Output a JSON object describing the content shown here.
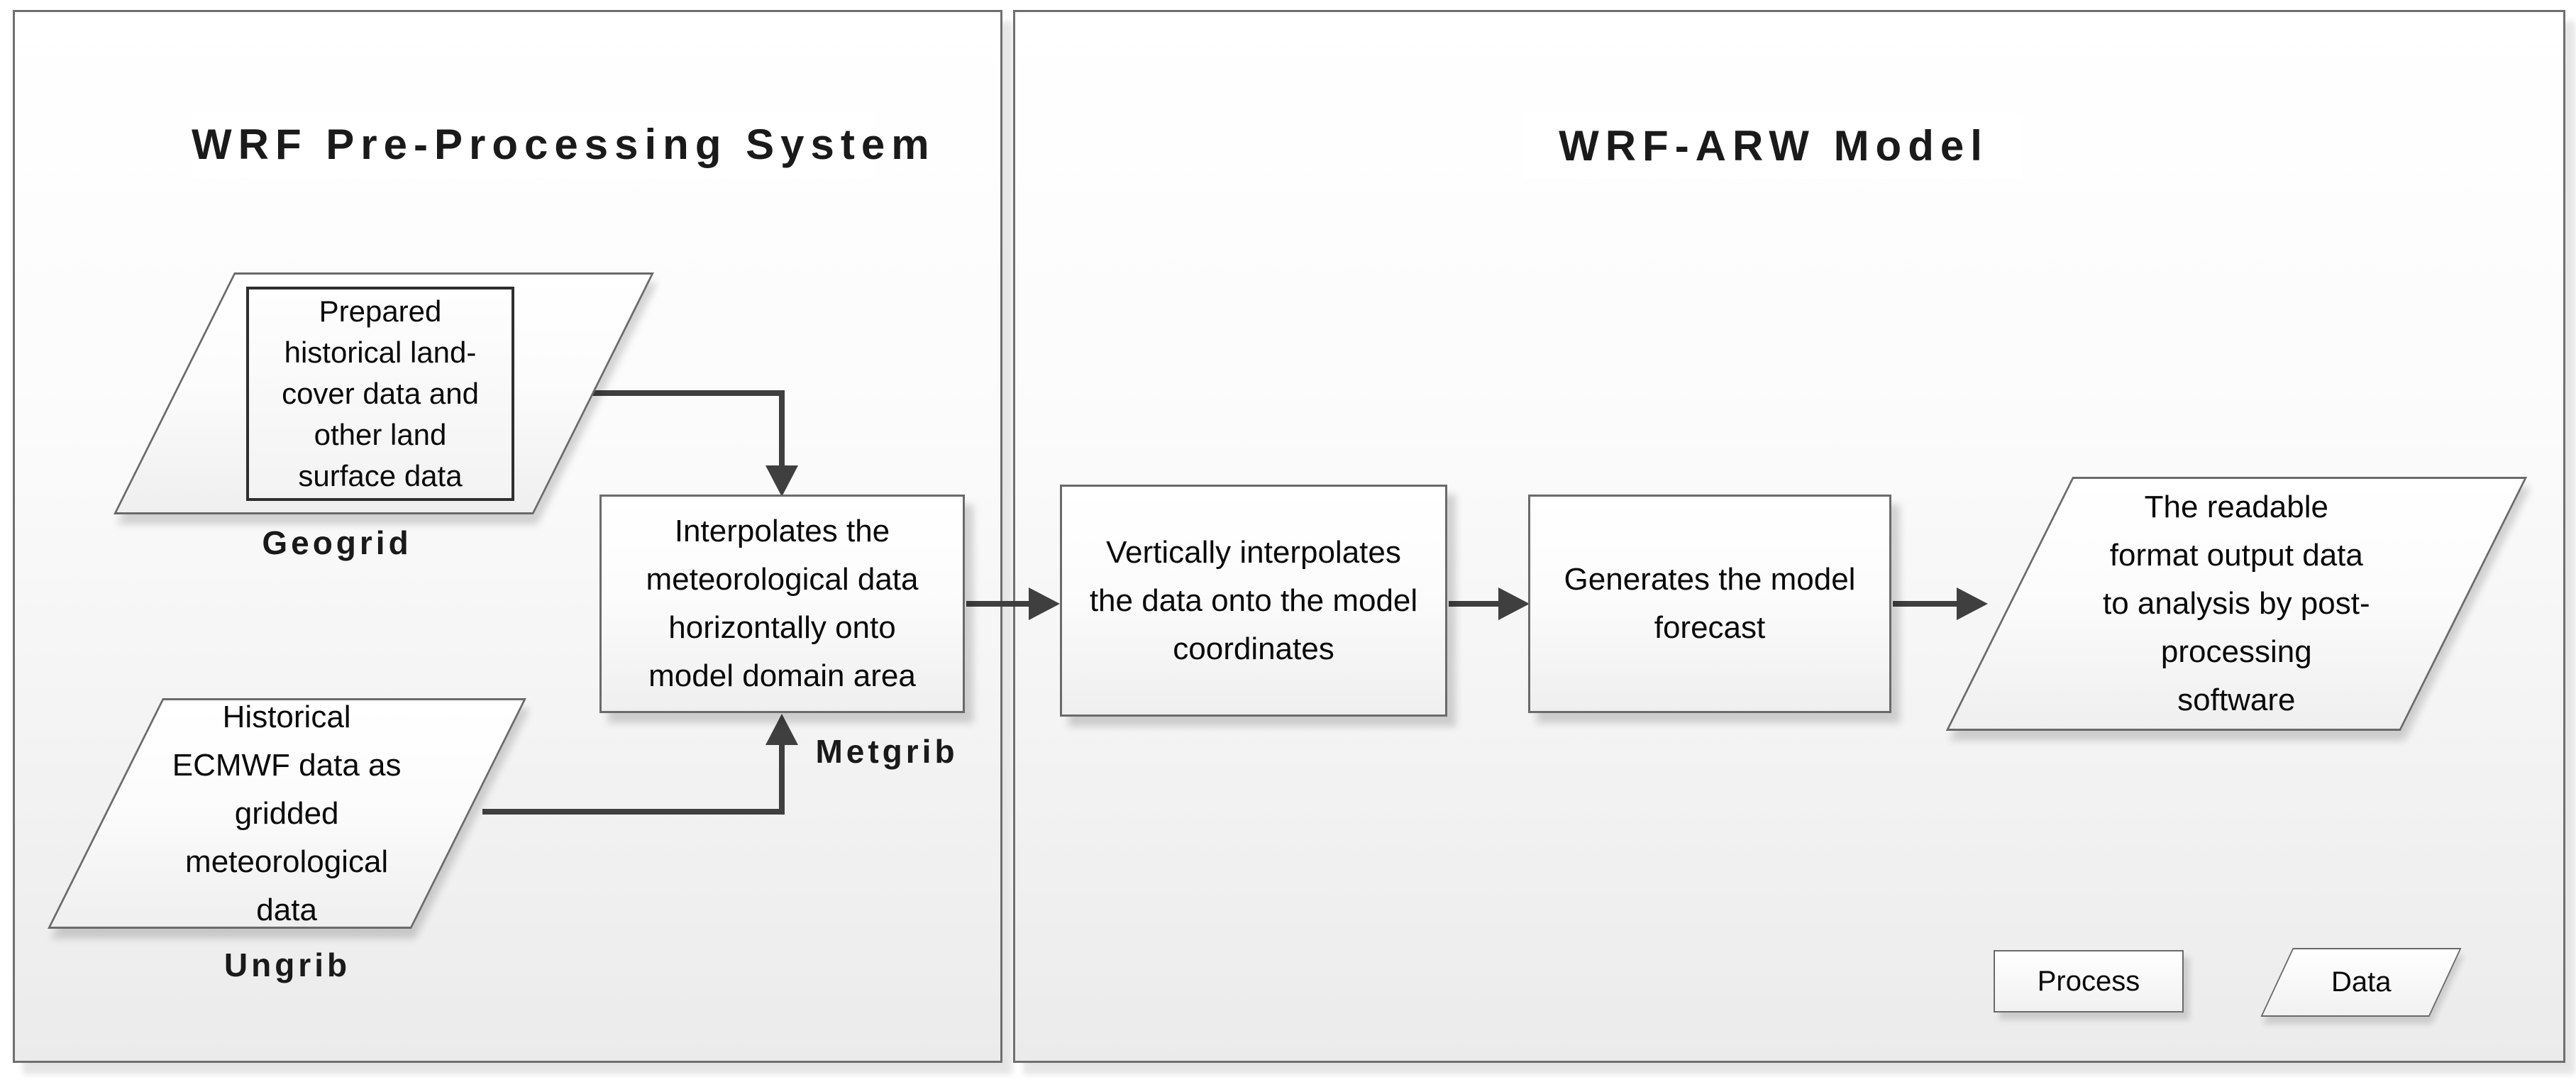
{
  "diagram": {
    "panels": {
      "wps": {
        "title": "WRF Pre-Processing System"
      },
      "arw": {
        "title": "WRF-ARW Model"
      }
    },
    "nodes": {
      "geogrid_data": {
        "shape": "parallelogram",
        "text": "Prepared\nhistorical land-\ncover data and\nother land\nsurface data",
        "label": "Geogrid"
      },
      "ungrib_data": {
        "shape": "parallelogram",
        "text": "Historical\nECMWF data as\ngridded\nmeteorological\ndata",
        "label": "Ungrib"
      },
      "metgrib_process": {
        "shape": "rectangle",
        "text": "Interpolates the\nmeteorological data\nhorizontally onto\nmodel domain area",
        "label": "Metgrib"
      },
      "vertical_interpolation_process": {
        "shape": "rectangle",
        "text": "Vertically interpolates\nthe data onto the model\ncoordinates"
      },
      "forecast_process": {
        "shape": "rectangle",
        "text": "Generates the model\nforecast"
      },
      "output_data": {
        "shape": "parallelogram",
        "text": "The readable\nformat output data\nto analysis by post-\nprocessing\nsoftware"
      }
    },
    "legend": {
      "process_label": "Process",
      "data_label": "Data"
    },
    "colors": {
      "arrow": "#3f3f3f",
      "shape_border": "#6a6a6a",
      "panel_border": "#6f6f6f",
      "shape_fill_top": "#ffffff",
      "shape_fill_bottom": "#efefef",
      "text": "#0a0a0a"
    }
  }
}
